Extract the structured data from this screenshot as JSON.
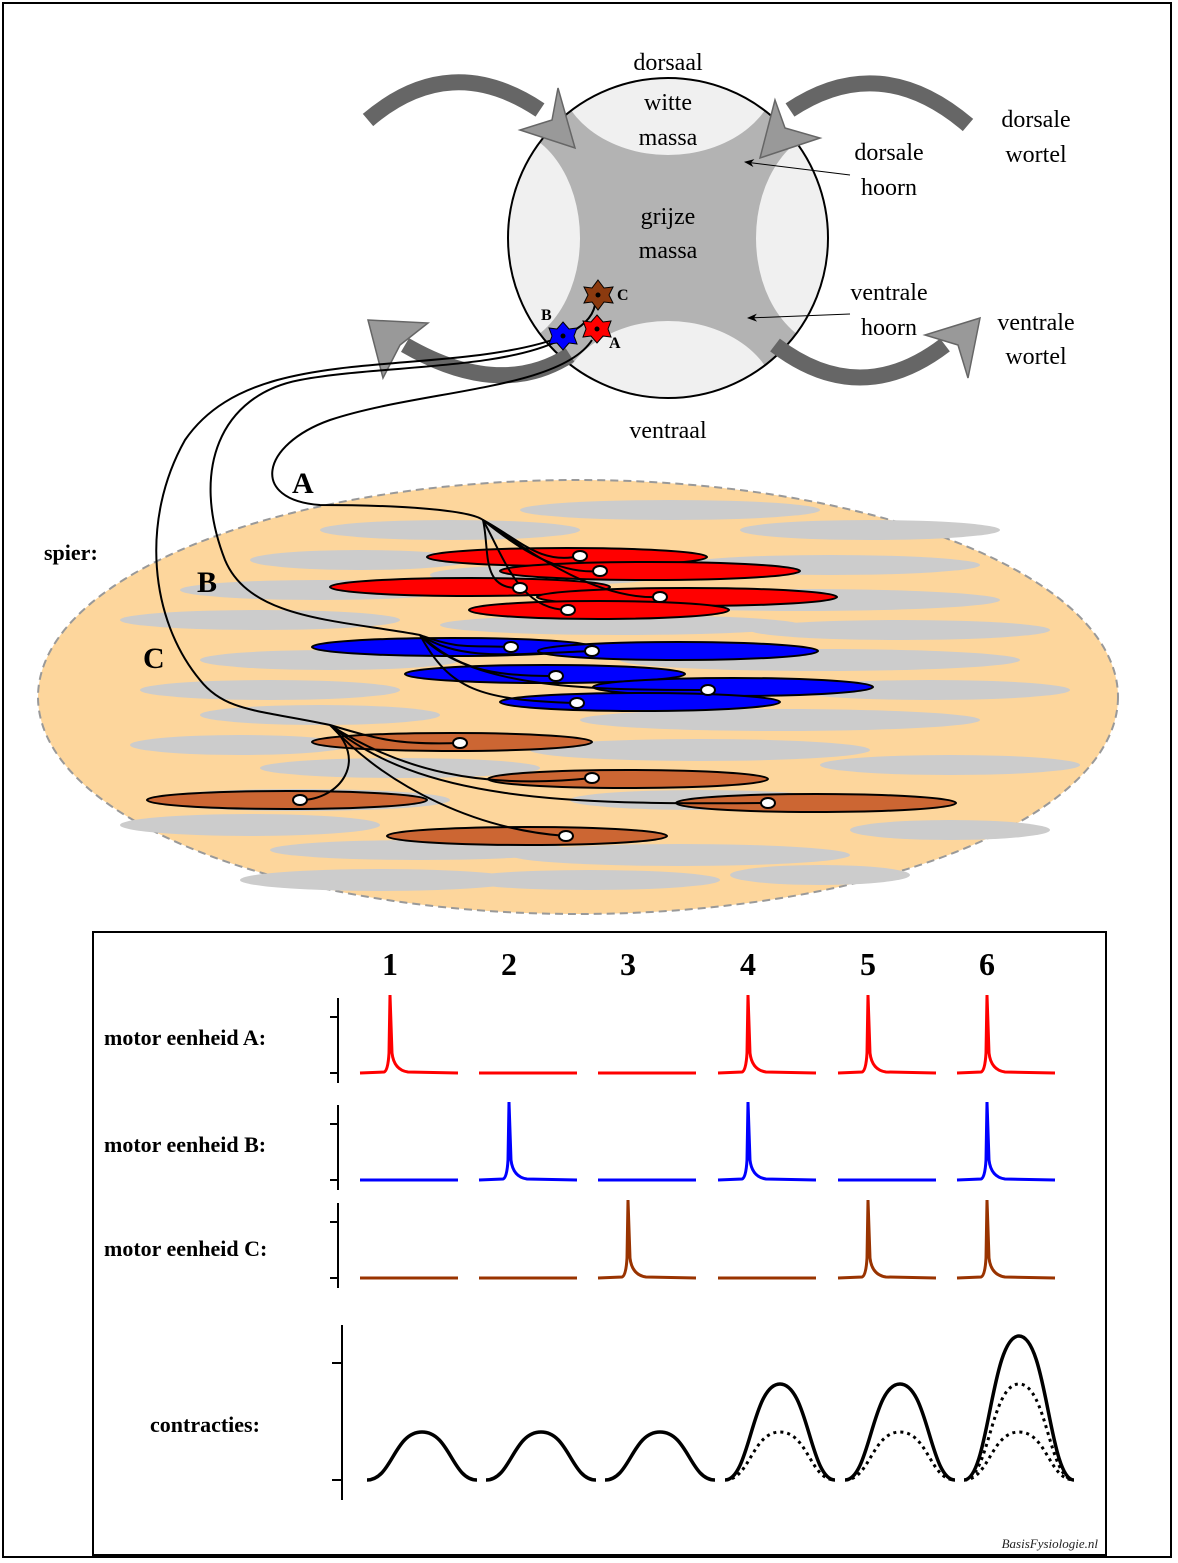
{
  "spinal_cord": {
    "labels": {
      "dorsal": "dorsaal",
      "white_matter": [
        "witte",
        "massa"
      ],
      "gray_matter": [
        "grijze",
        "massa"
      ],
      "dorsal_horn": [
        "dorsale",
        "hoorn"
      ],
      "ventral_horn": [
        "ventrale",
        "hoorn"
      ],
      "dorsal_root": [
        "dorsale",
        "wortel"
      ],
      "ventral_root": [
        "ventrale",
        "wortel"
      ],
      "ventral": "ventraal"
    },
    "neurons": [
      {
        "id": "A",
        "label": "A",
        "color": "#ff0000"
      },
      {
        "id": "B",
        "label": "B",
        "color": "#0000ff"
      },
      {
        "id": "C",
        "label": "C",
        "color": "#8b3a0f"
      }
    ],
    "colors": {
      "white_matter": "#f0f0f0",
      "gray_matter": "#b3b3b3",
      "arrow": "#666666",
      "arrow_head": "#999999"
    }
  },
  "muscle": {
    "label": "spier:",
    "nerve_labels": [
      "A",
      "B",
      "C"
    ],
    "colors": {
      "background": "#fdd69c",
      "fibers_idle": "#cccccc",
      "unit_A": "#ff0000",
      "unit_B": "#0000ff",
      "unit_C": "#cc6633"
    }
  },
  "recording": {
    "columns": [
      "1",
      "2",
      "3",
      "4",
      "5",
      "6"
    ],
    "rows": [
      {
        "label": "motor eenheid A:",
        "color": "#ff0000",
        "spikes": [
          true,
          false,
          false,
          true,
          true,
          true
        ]
      },
      {
        "label": "motor eenheid B:",
        "color": "#0000ff",
        "spikes": [
          false,
          true,
          false,
          true,
          false,
          true
        ]
      },
      {
        "label": "motor eenheid C:",
        "color": "#993300",
        "spikes": [
          false,
          false,
          true,
          false,
          true,
          true
        ]
      }
    ],
    "contractions": {
      "label": "contracties:",
      "units_active": [
        1,
        1,
        1,
        2,
        2,
        3
      ]
    }
  },
  "credit": "BasisFysiologie.nl"
}
